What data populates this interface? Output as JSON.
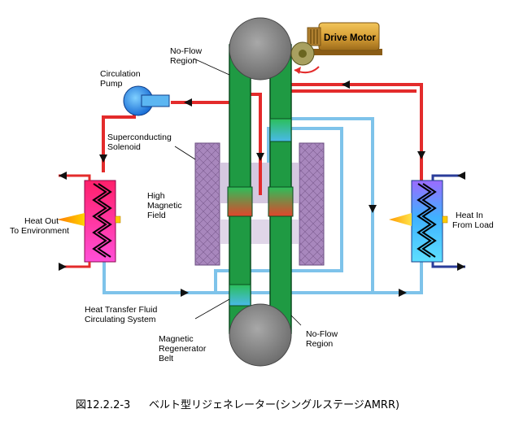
{
  "colors": {
    "hot_pipe": "#e32b2b",
    "cold_pipe": "#7ec3ea",
    "belt": "#1f9a43",
    "belt_edge": "#0b4d20",
    "pulley": "#8c8c8c",
    "solenoid": "#a887bd",
    "motor": "#d4a33a",
    "arrow": "#111111",
    "exchanger_hot": "#ff33c0",
    "exchanger_cold": "#33b6ff",
    "heat_flow": "#ffcc00"
  },
  "labels": {
    "drive_motor": "Drive Motor",
    "no_flow_top_1": "No-Flow",
    "no_flow_top_2": "Region",
    "circ_pump_1": "Circulation",
    "circ_pump_2": "Pump",
    "sc_solenoid_1": "Superconducting",
    "sc_solenoid_2": "Solenoid",
    "high_field_1": "High",
    "high_field_2": "Magnetic",
    "high_field_3": "Field",
    "heat_out_1": "Heat Out",
    "heat_out_2": "To Environment",
    "heat_in_1": "Heat In",
    "heat_in_2": "From Load",
    "htf_1": "Heat Transfer Fluid",
    "htf_2": "Circulating System",
    "mag_belt_1": "Magnetic",
    "mag_belt_2": "Regenerator",
    "mag_belt_3": "Belt",
    "no_flow_bottom_1": "No-Flow",
    "no_flow_bottom_2": "Region"
  },
  "caption": {
    "figure_number": "図12.2.2-3",
    "title": "ベルト型リジェネレーター(シングルステージAMRR)"
  }
}
